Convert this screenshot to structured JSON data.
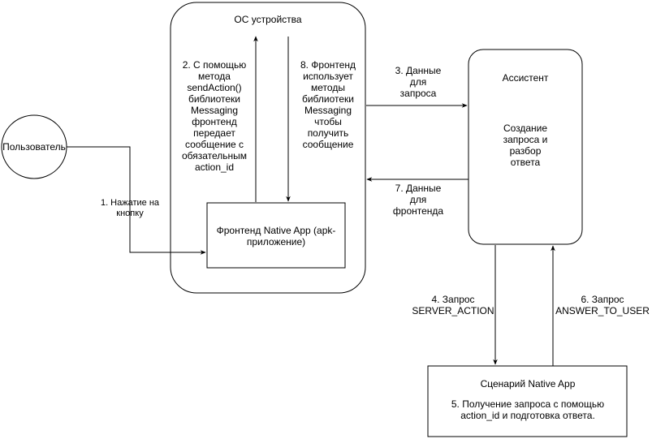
{
  "nodes": {
    "user": "Пользователь",
    "os": "ОС устройства",
    "frontend": "Фронтенд Native App (apk-\nприложение)",
    "assistant_title": "Ассистент",
    "assistant_body": "Создание\nзапроса и\nразбор\nответа",
    "scenario_title": "Сценарий Native App",
    "scenario_body": "5. Получение запроса с помощью\naction_id и подготовка ответа."
  },
  "edges": {
    "e1": "1. Нажатие на\nкнопку",
    "e2": "2. С помощью\nметода\nsendAction()\nбиблиотеки\nMessaging\nфронтенд\nпередает\nсообщение с\nобязательным\naction_id",
    "e3": "3. Данные\nдля\nзапроса",
    "e4": "4. Запрос\nSERVER_ACTION",
    "e6": "6. Запрос\nANSWER_TO_USER",
    "e7": "7. Данные\nдля\nфронтенда",
    "e8": "8. Фронтенд\nиспользует\nметоды\nбиблиотеки\nMessaging\nчтобы\nполучить\nсообщение"
  }
}
